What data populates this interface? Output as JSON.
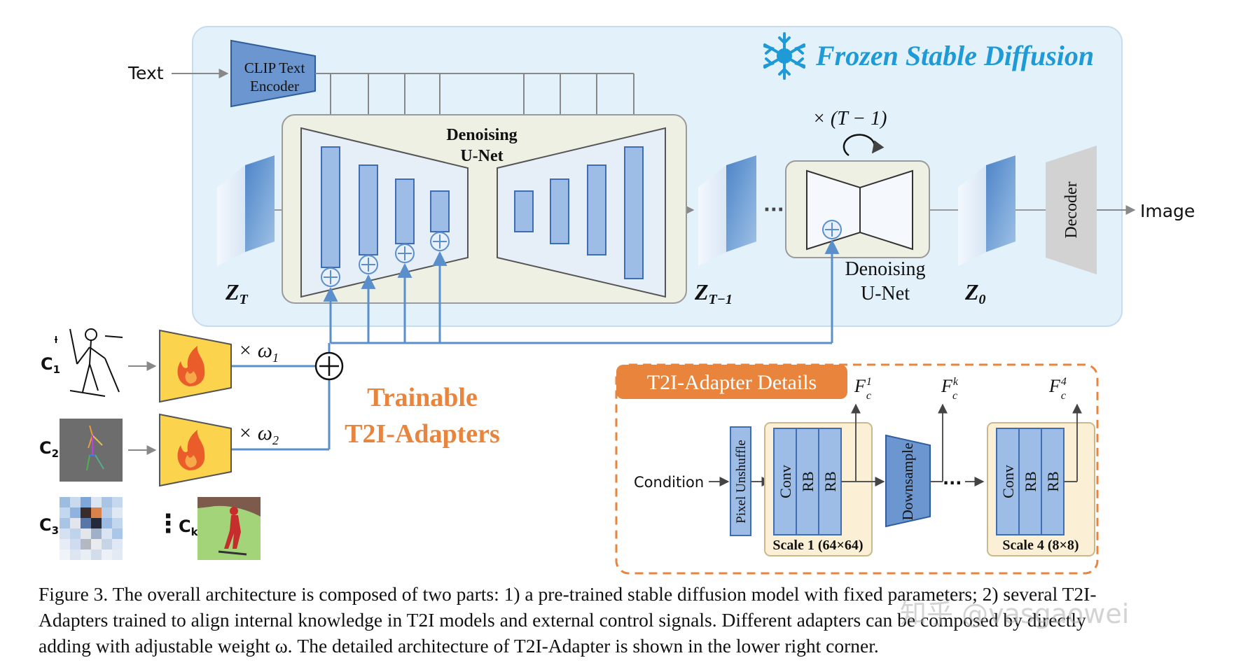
{
  "frozen": {
    "title": "Frozen Stable Diffusion",
    "icon": "snowflake-icon",
    "text_input": "Text",
    "clip_line1": "CLIP Text",
    "clip_line2": "Encoder",
    "unet_line1": "Denoising",
    "unet_line2": "U-Net",
    "repeat": "× (T − 1)",
    "dots": "···",
    "unet2_line1": "Denoising",
    "unet2_line2": "U-Net",
    "decoder": "Decoder",
    "output": "Image",
    "z_t": "Z",
    "z_t_sub": "T",
    "z_t1": "Z",
    "z_t1_sub": "T−1",
    "z_0": "Z",
    "z_0_sub": "0"
  },
  "adapters": {
    "title_line1": "Trainable",
    "title_line2": "T2I-Adapters",
    "icon": "fire-icon",
    "c1": "C",
    "c1_sub": "1",
    "c2": "C",
    "c2_sub": "2",
    "c3": "C",
    "c3_sub": "3",
    "ck": "C",
    "ck_sub": "k",
    "vdots": "⋮",
    "w1": "× ω",
    "w1_sub": "1",
    "w2": "× ω",
    "w2_sub": "2"
  },
  "details": {
    "title": "T2I-Adapter Details",
    "condition": "Condition",
    "pixel_unshuffle": "Pixel Unshuffle",
    "conv": "Conv",
    "rb": "RB",
    "downsample": "Downsample",
    "dots": "···",
    "scale1": "Scale 1 (64×64)",
    "scale4": "Scale 4 (8×8)",
    "f": "F",
    "f_sub": "c",
    "f1_sup": "1",
    "fk_sup": "k",
    "f4_sup": "4"
  },
  "caption": {
    "line1": "Figure 3. The overall architecture is composed of two parts: 1) a pre-trained stable diffusion model with fixed parameters; 2) several T2I-",
    "line2": "Adapters trained to align internal knowledge in T2I models and external control signals. Different adapters can be composed by directly",
    "line3": "adding with adjustable weight ω. The detailed architecture of T2I-Adapter is shown in the lower right corner."
  },
  "watermark": "知乎 @vasgaowei",
  "colors": {
    "frozen_bg": "#e3f1fb",
    "unet_bg": "#eef0e4",
    "block_fill": "#9dbde6",
    "block_stroke": "#3f6db3",
    "trunk_blue": "#5a8fcb",
    "title_blue": "#1e9ad6",
    "adapter_yellow": "#fbd34c",
    "adapter_orange": "#e9843d",
    "details_bg": "#fbf0d6"
  }
}
